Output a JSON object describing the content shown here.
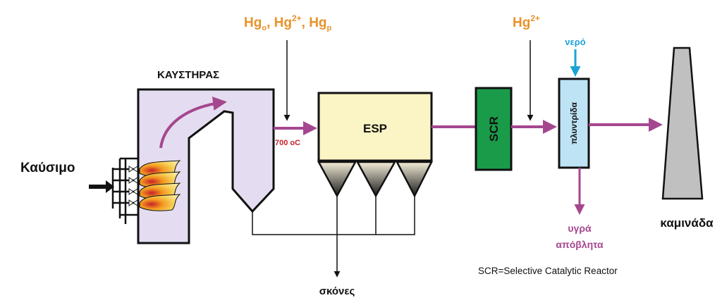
{
  "labels": {
    "mercury_in": {
      "base1": "Hg",
      "sub1": "o",
      "sep1": ", ",
      "base2": "Hg",
      "sup2": "2+",
      "sep2": ", ",
      "base3": "Hg",
      "sub3": "p"
    },
    "mercury_scr": {
      "base": "Hg",
      "sup": "2+"
    },
    "boiler": "ΚΑΥΣΤΗΡΑΣ",
    "fuel": "Καύσιμο",
    "temperature": "700 oC",
    "esp": "ESP",
    "scr": "SCR",
    "water": "νερό",
    "scrubber": "πλυντρίδα",
    "liquid_waste_line1": "υγρά",
    "liquid_waste_line2": "απόβλητα",
    "stack": "καμινάδα",
    "dust": "σκόνες",
    "scr_note": "SCR=Selective Catalytic Reactor"
  },
  "colors": {
    "flow": "#a5478f",
    "mercury": "#e8922a",
    "water": "#1ba3d6",
    "temp": "#c8202a",
    "boiler_fill": "#e4ddf1",
    "esp_fill": "#fbf4c4",
    "scr_fill": "#1a9b4a",
    "scrubber_fill": "#bde3f5",
    "stack_fill": "#c0c0c0"
  }
}
